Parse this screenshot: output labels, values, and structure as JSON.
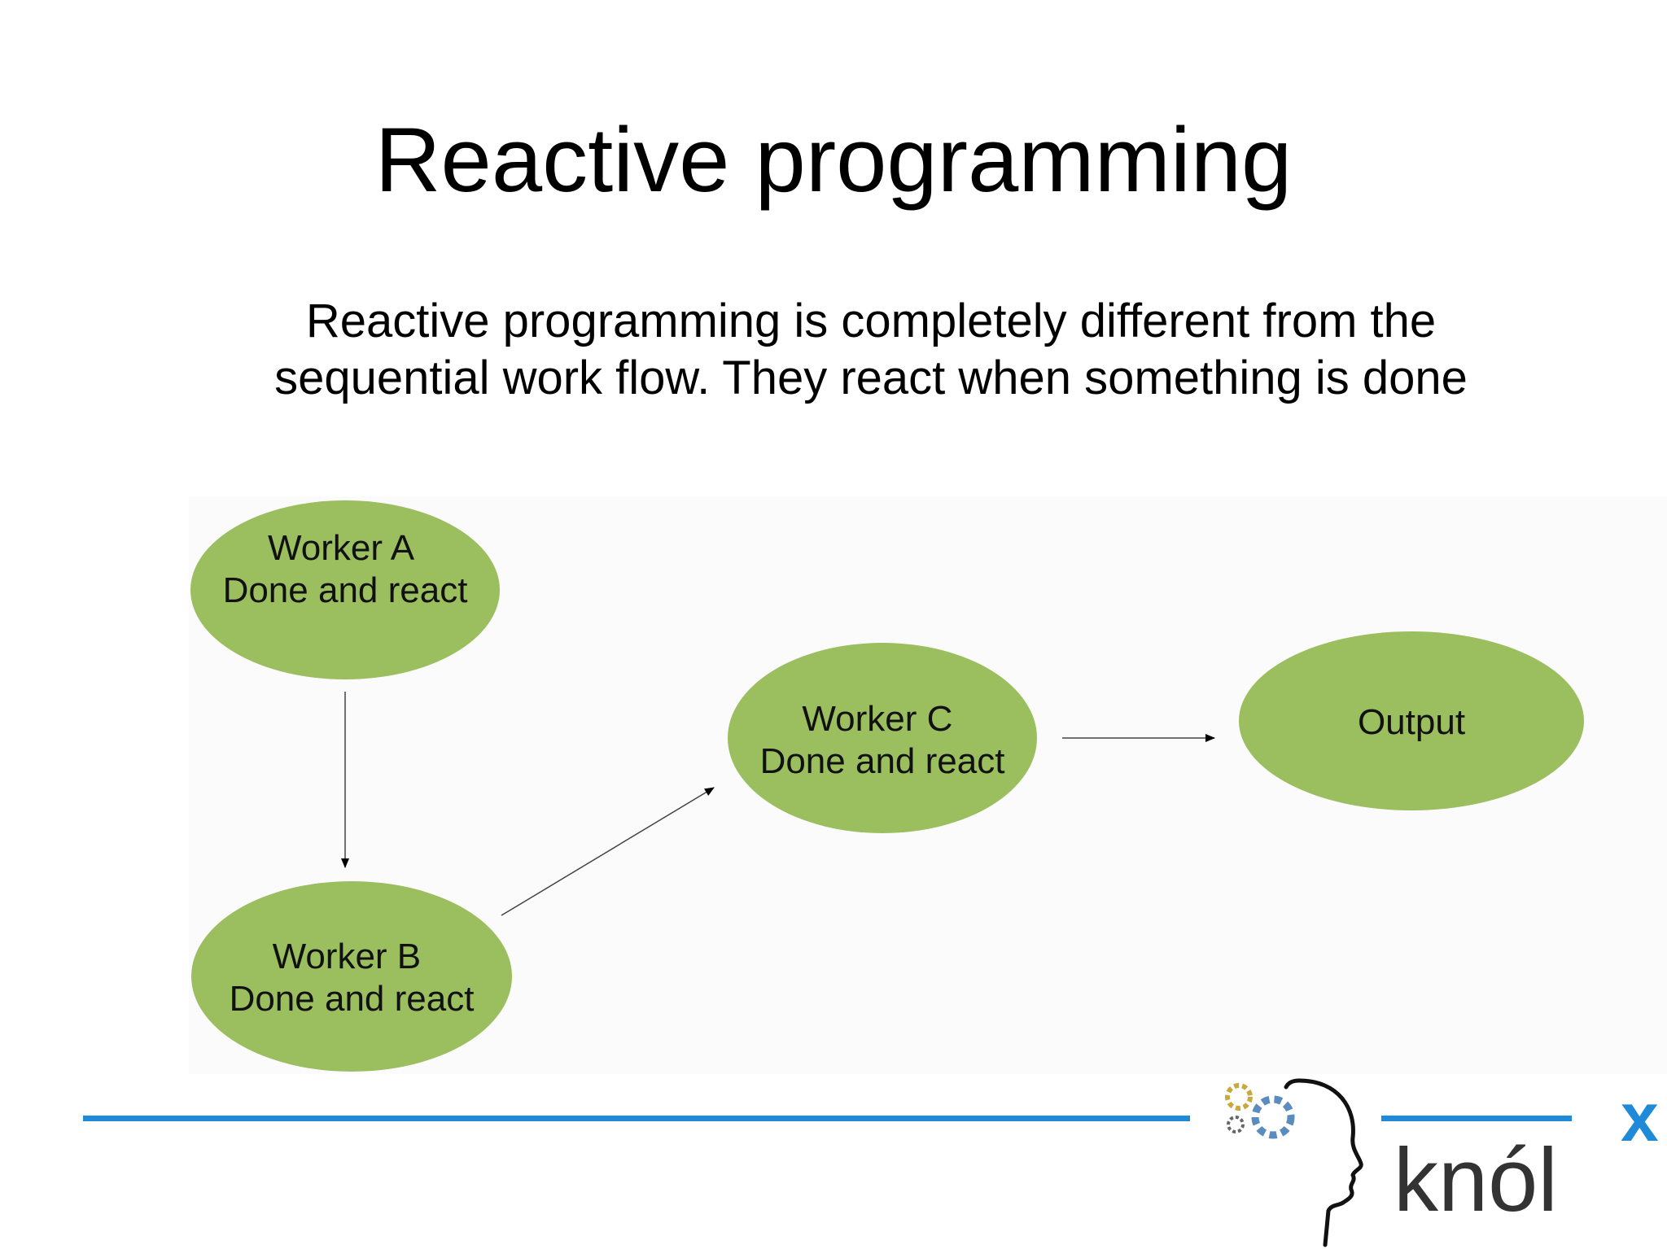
{
  "slide": {
    "title": "Reactive programming",
    "subtitle_line1": "Reactive programming is completely different from the",
    "subtitle_line2": "sequential work flow. They react when something is done"
  },
  "diagram": {
    "node_color": "#9bbe5f",
    "nodes": [
      {
        "id": "worker-a",
        "line1": "Worker A",
        "line2": "Done and react"
      },
      {
        "id": "worker-b",
        "line1": "Worker B",
        "line2": "Done and react"
      },
      {
        "id": "worker-c",
        "line1": "Worker C",
        "line2": "Done and react"
      },
      {
        "id": "output",
        "line1": "Output",
        "line2": ""
      }
    ],
    "edges": [
      {
        "from": "worker-a",
        "to": "worker-b"
      },
      {
        "from": "worker-b",
        "to": "worker-c"
      },
      {
        "from": "worker-c",
        "to": "output"
      }
    ]
  },
  "footer": {
    "rule_color": "#1f8ad8",
    "logo_text": "knól",
    "logo_superscript": "x",
    "logo_text_color": "#333333",
    "logo_accent_color": "#1f8ad8"
  }
}
